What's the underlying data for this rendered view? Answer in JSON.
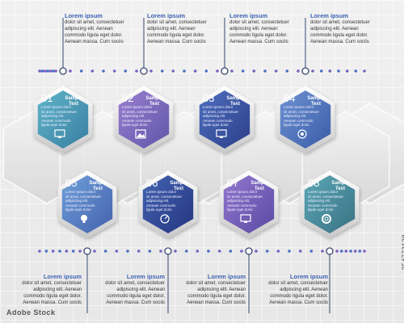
{
  "blocks_top": [
    {
      "title": "Lorem ipsum",
      "body": "dolor sit amet, consectetuer\nadipiscing elit. Aenean\ncommodo ligula eget dolor.\nAenean massa. Cum sociis"
    },
    {
      "title": "Lorem ipsum",
      "body": "dolor sit amet, consectetuer\nadipiscing elit. Aenean\ncommodo ligula eget dolor.\nAenean massa. Cum sociis"
    },
    {
      "title": "Lorem ipsum",
      "body": "dolor sit amet, consectetuer\nadipiscing elit. Aenean\ncommodo ligula eget dolor.\nAenean massa. Cum sociis"
    },
    {
      "title": "Lorem ipsum",
      "body": "dolor sit amet, consectetuer\nadipiscing elit. Aenean\ncommodo ligula eget dolor.\nAenean massa. Cum sociis"
    }
  ],
  "blocks_bottom": [
    {
      "title": "Lorem ipsum",
      "body": "dolor sit amet, consectetuer\nadipiscing elit. Aenean\ncommodo ligula eget dolor.\nAenean massa. Cum sociis"
    },
    {
      "title": "Lorem ipsum",
      "body": "dolor sit amet, consectetuer\nadipiscing elit. Aenean\ncommodo ligula eget dolor.\nAenean massa. Cum sociis"
    },
    {
      "title": "Lorem ipsum",
      "body": "dolor sit amet, consectetuer\nadipiscing elit. Aenean\ncommodo ligula eget dolor.\nAenean massa. Cum sociis"
    },
    {
      "title": "Lorem ipsum",
      "body": "dolor sit amet, consectetuer\nadipiscing elit. Aenean\ncommodo ligula eget dolor.\nAenean massa. Cum sociis"
    }
  ],
  "hexagons": [
    {
      "num": "01",
      "label": "Sample\nText",
      "body": "Lorem ipsum dolor\nsit amet, consectetuer\nadipiscing elit.\nAenean commodo\nligula eget dolor.",
      "icon": "monitor-icon",
      "gradient": [
        "#5fb4c9",
        "#3a7fa2"
      ]
    },
    {
      "num": "02",
      "label": "Sample\nText",
      "body": "Lorem ipsum dolor\nsit amet, consectetuer\nadipiscing elit.\nAenean commodo\nligula eget dolor.",
      "icon": "image-icon",
      "gradient": [
        "#9b7fd0",
        "#5e56a8"
      ]
    },
    {
      "num": "03",
      "label": "Sample\nText",
      "body": "Lorem ipsum dolor\nsit amet, consectetuer\nadipiscing elit.\nAenean commodo\nligula eget dolor.",
      "icon": "monitor-icon",
      "gradient": [
        "#4e6fbe",
        "#2c3f8a"
      ]
    },
    {
      "num": "04",
      "label": "Sample\nText",
      "body": "Lorem ipsum dolor\nsit amet, consectetuer\nadipiscing elit.\nAenean commodo\nligula eget dolor.",
      "icon": "aperture-icon",
      "gradient": [
        "#6d92d1",
        "#3b5ca9"
      ]
    },
    {
      "num": "05",
      "label": "Sample\nText",
      "body": "Lorem ipsum dolor\nsit amet, consectetuer\nadipiscing elit.\nAenean commodo\nligula eget dolor.",
      "icon": "hot-air-balloon-icon",
      "gradient": [
        "#6fa0d8",
        "#4461ad"
      ]
    },
    {
      "num": "06",
      "label": "Sample\nText",
      "body": "Lorem ipsum dolor\nsit amet, consectetuer\nadipiscing elit.\nAenean commodo\nligula eget dolor.",
      "icon": "speedometer-icon",
      "gradient": [
        "#4463b2",
        "#253680"
      ]
    },
    {
      "num": "07",
      "label": "Sample\nText",
      "body": "Lorem ipsum dolor\nsit amet, consectetuer\nadipiscing elit.\nAenean commodo\nligula eget dolor.",
      "icon": "monitor-icon",
      "gradient": [
        "#9377cf",
        "#5a4aa3"
      ]
    },
    {
      "num": "08",
      "label": "Sample\nText",
      "body": "Lorem ipsum dolor\nsit amet, consectetuer\nadipiscing elit.\nAenean commodo\nligula eget dolor.",
      "icon": "lifebuoy-icon",
      "gradient": [
        "#5aa7b6",
        "#3a7283"
      ]
    }
  ],
  "colors": {
    "accent_blue": "#3a5fb0",
    "dot_purple": "#7a5fc2",
    "dot_blue": "#4a6fc4",
    "line_dark": "#36466e"
  },
  "credit": {
    "id": "254773128",
    "logo": "Adobe Stock"
  }
}
